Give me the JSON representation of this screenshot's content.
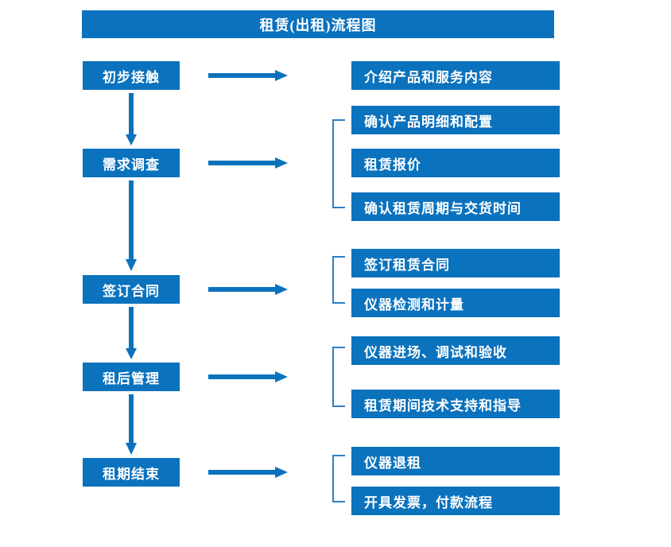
{
  "diagram": {
    "title": "租赁(出租)流程图",
    "accent_color": "#0b72bd",
    "bracket_color": "#2f7fc4",
    "text_color": "#ffffff",
    "background_color": "#ffffff"
  },
  "stages": [
    {
      "label": "初步接触"
    },
    {
      "label": "需求调查"
    },
    {
      "label": "签订合同"
    },
    {
      "label": "租后管理"
    },
    {
      "label": "租期结束"
    }
  ],
  "details": [
    {
      "label": "介绍产品和服务内容"
    },
    {
      "label": "确认产品明细和配置"
    },
    {
      "label": "租赁报价"
    },
    {
      "label": "确认租赁周期与交货时间"
    },
    {
      "label": "签订租赁合同"
    },
    {
      "label": "仪器检测和计量"
    },
    {
      "label": "仪器进场、调试和验收"
    },
    {
      "label": "租赁期间技术支持和指导"
    },
    {
      "label": "仪器退租"
    },
    {
      "label": "开具发票，付款流程"
    }
  ],
  "connectors": {
    "horizontal_arrow_count": 5,
    "vertical_arrow_count": 4,
    "bracket_count": 4
  },
  "chart_data": {
    "type": "flowchart",
    "title": "租赁(出租)流程图",
    "orientation": "vertical-stages-with-right-details",
    "nodes": [
      {
        "stage": "初步接触",
        "details": [
          "介绍产品和服务内容"
        ]
      },
      {
        "stage": "需求调查",
        "details": [
          "确认产品明细和配置",
          "租赁报价",
          "确认租赁周期与交货时间"
        ]
      },
      {
        "stage": "签订合同",
        "details": [
          "签订租赁合同",
          "仪器检测和计量"
        ]
      },
      {
        "stage": "租后管理",
        "details": [
          "仪器进场、调试和验收",
          "租赁期间技术支持和指导"
        ]
      },
      {
        "stage": "租期结束",
        "details": [
          "仪器退租",
          "开具发票，付款流程"
        ]
      }
    ],
    "edges": [
      {
        "from": "初步接触",
        "to": "需求调查"
      },
      {
        "from": "需求调查",
        "to": "签订合同"
      },
      {
        "from": "签订合同",
        "to": "租后管理"
      },
      {
        "from": "租后管理",
        "to": "租期结束"
      }
    ]
  }
}
